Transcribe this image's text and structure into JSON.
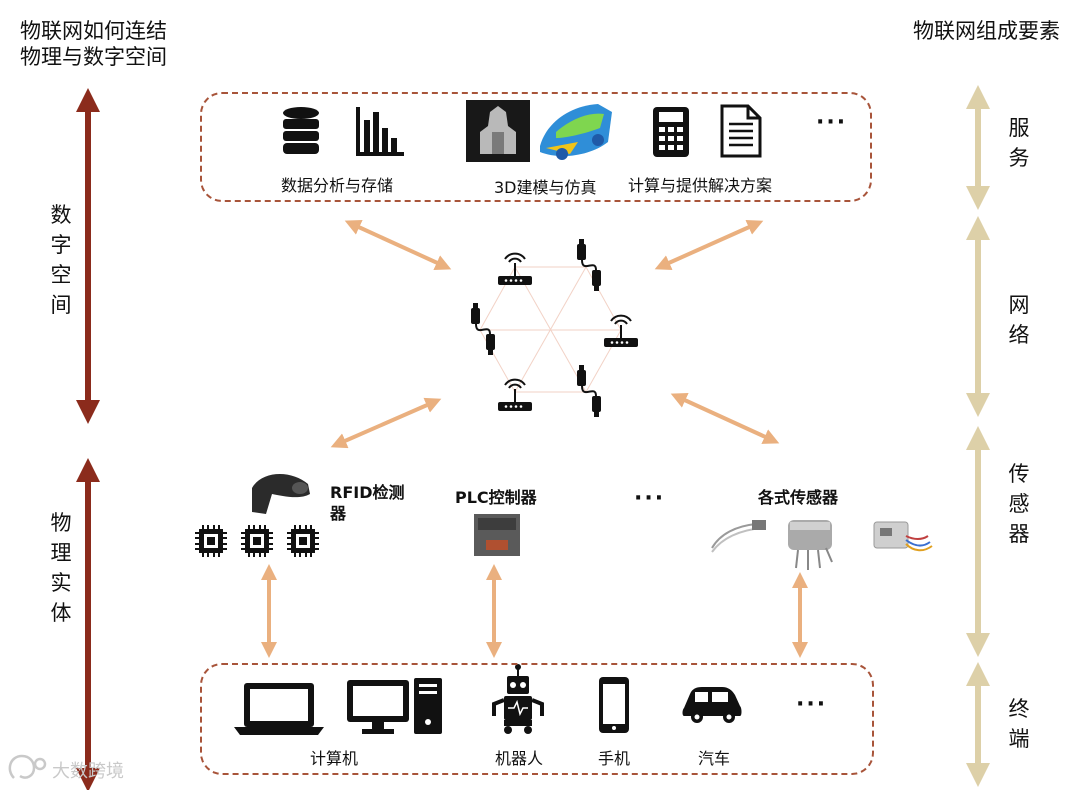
{
  "left_title": {
    "line1": "物联网如何连结",
    "line2": "物理与数字空间"
  },
  "right_title": "物联网组成要素",
  "left_axis": {
    "digital": [
      "数",
      "字",
      "空",
      "间"
    ],
    "physical": [
      "物",
      "理",
      "实",
      "体"
    ]
  },
  "right_axis": {
    "service": [
      "服",
      "务"
    ],
    "network": [
      "网",
      "络"
    ],
    "sensor": [
      "传",
      "感",
      "器"
    ],
    "terminal": [
      "终",
      "端"
    ]
  },
  "services": {
    "data_label": "数据分析与存储",
    "model_label": "3D建模与仿真",
    "compute_label": "计算与提供解决方案",
    "more": "···"
  },
  "sensors": {
    "rfid_line1": "RFID检测",
    "rfid_line2": "器",
    "plc": "PLC控制器",
    "more": "···",
    "various": "各式传感器"
  },
  "terminals": {
    "computer": "计算机",
    "robot": "机器人",
    "phone": "手机",
    "car": "汽车",
    "more": "···"
  },
  "watermark": "大数跨境",
  "colors": {
    "dark_arrow": "#8b2b1c",
    "light_arrow": "#ddd0a8",
    "link_arrow": "#eab07f",
    "dash": "#a8543a"
  }
}
